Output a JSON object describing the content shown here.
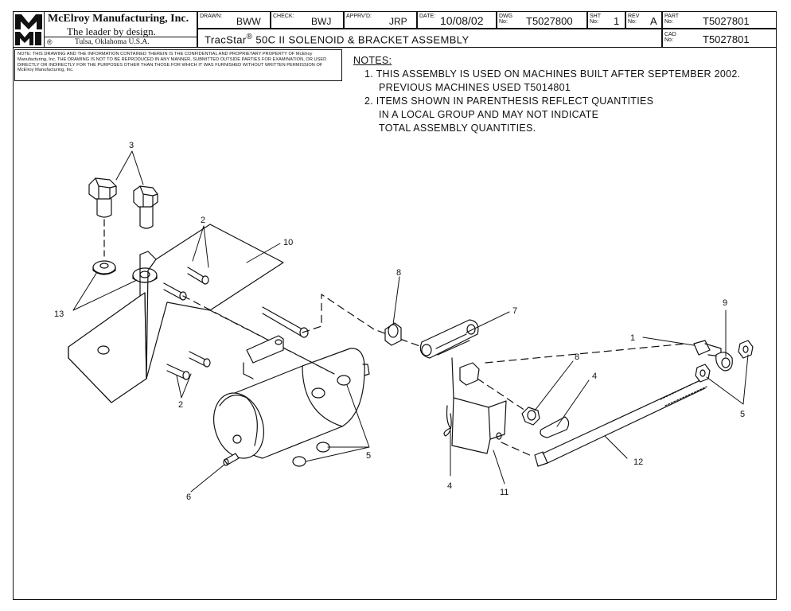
{
  "company": {
    "logo_letters": "MMI",
    "name": "McElroy Manufacturing, Inc.",
    "tagline": "The leader by design.",
    "registered": "®",
    "location": "Tulsa, Oklahoma U.S.A."
  },
  "title_block": {
    "drawn_label": "DRAWN:",
    "drawn_value": "BWW",
    "check_label": "CHECK:",
    "check_value": "BWJ",
    "apprvd_label": "APPRV'D:",
    "apprvd_value": "JRP",
    "date_label": "DATE:",
    "date_value": "10/08/02",
    "dwg_label": "DWG No:",
    "dwg_value": "T5027800",
    "sht_label": "SHT No:",
    "sht_value": "1",
    "rev_label": "REV No:",
    "rev_value": "A",
    "part_label": "PART No:",
    "part_value": "T5027801",
    "cad_label": "CAD No:",
    "cad_value": "T5027801",
    "title_prefix": "TracStar",
    "title_reg": "®",
    "title_suffix": " 50C II SOLENOID & BRACKET ASSEMBLY"
  },
  "disclaimer": "NOTE: THIS DRAWING AND THE INFORMATION CONTAINED THEREIN IS THE CONFIDENTIAL AND PROPRIETARY PROPERTY OF McElroy Manufacturing, Inc. THE DRAWING IS NOT TO BE REPRODUCED IN ANY MANNER, SUBMITTED OUTSIDE PARTIES FOR EXAMINATION, OR USED DIRECTLY OR INDIRECTLY FOR THE PURPOSES OTHER THAN THOSE FOR WHICH IT WAS FURNISHED WITHOUT WRITTEN PERMISSION OF McElroy Manufacturing, Inc.",
  "notes": {
    "heading": "NOTES:",
    "lines": [
      "1. THIS ASSEMBLY IS USED ON MACHINES BUILT AFTER SEPTEMBER 2002.",
      "    PREVIOUS MACHINES USED T5014801",
      "2. ITEMS SHOWN IN PARENTHESIS REFLECT QUANTITIES",
      "    IN A LOCAL GROUP AND MAY NOT INDICATE",
      "    TOTAL ASSEMBLY QUANTITIES."
    ]
  },
  "callouts": {
    "c1": "1",
    "c2a": "2",
    "c2b": "2",
    "c3": "3",
    "c4a": "4",
    "c4b": "4",
    "c5a": "5",
    "c5b": "5",
    "c6": "6",
    "c7": "7",
    "c8a": "8",
    "c8b": "8",
    "c9": "9",
    "c10": "10",
    "c11": "11",
    "c12": "12",
    "c13": "13"
  }
}
